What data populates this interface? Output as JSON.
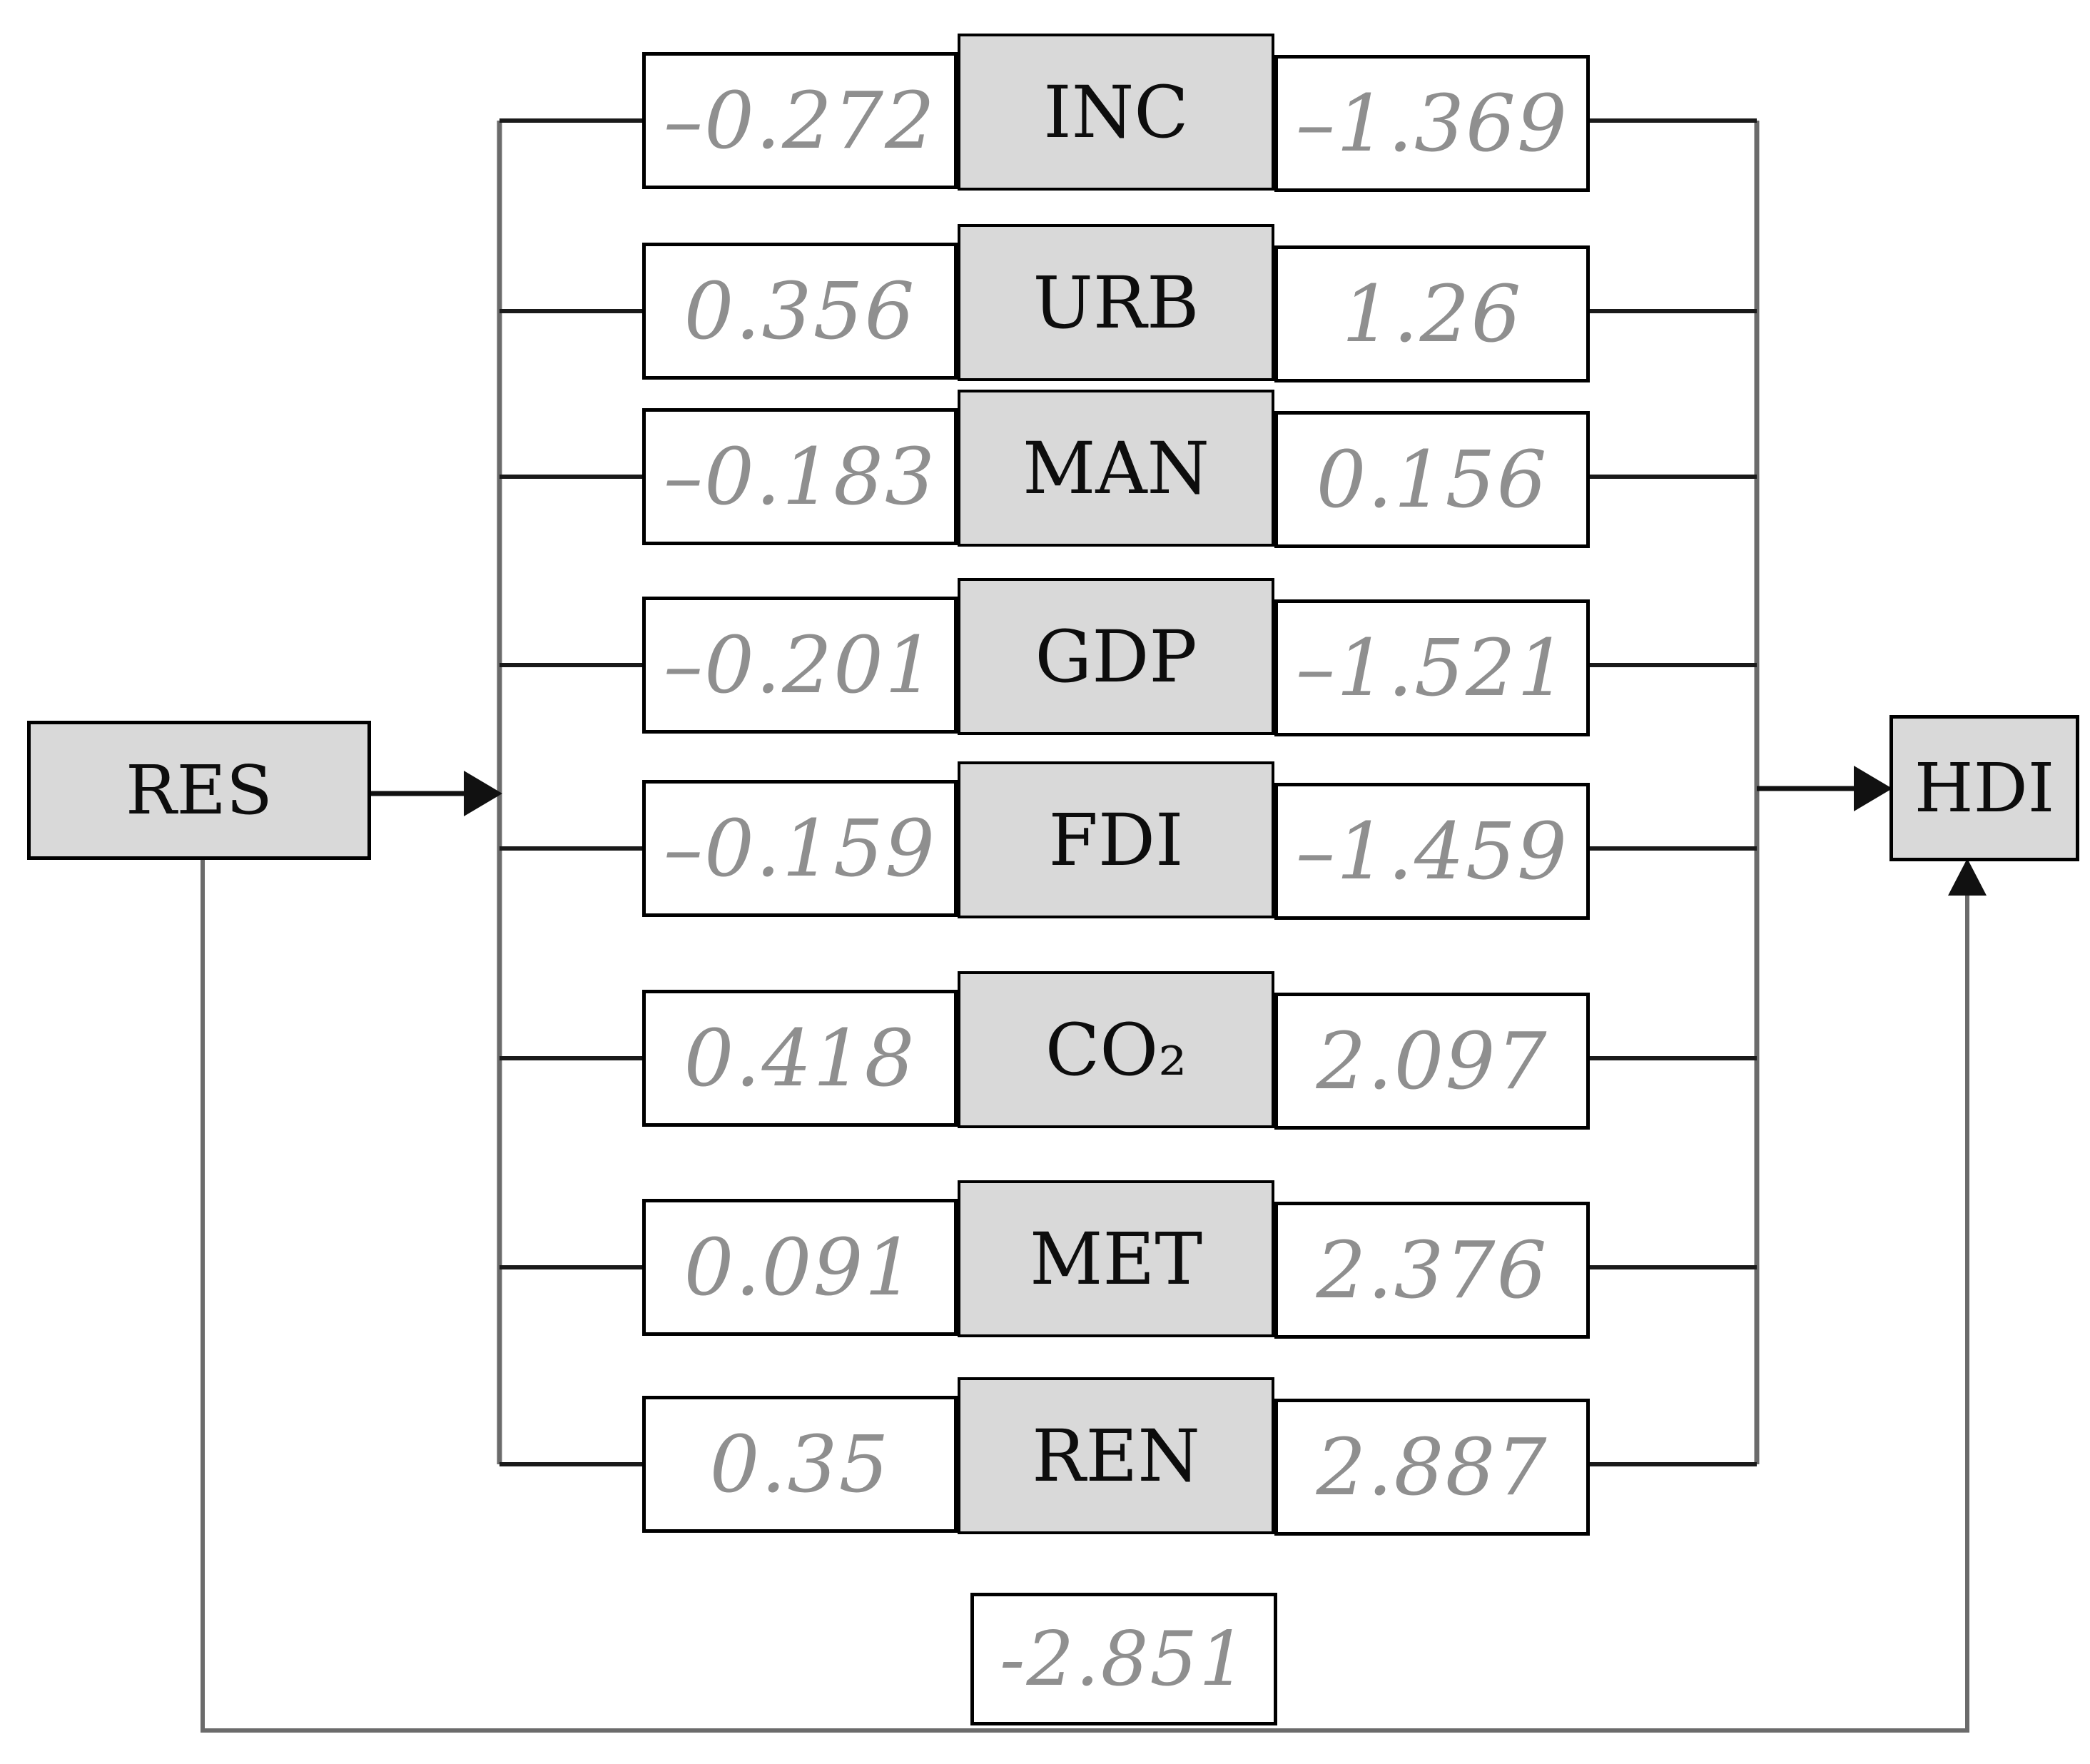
{
  "diagram": {
    "type": "mediation-path-diagram",
    "source_label": "RES",
    "target_label": "HDI",
    "direct_effect_value": "-2.851",
    "mediators": [
      {
        "label": "INC",
        "left_coef": "–0.272",
        "right_coef": "–1.369"
      },
      {
        "label": "URB",
        "left_coef": "0.356",
        "right_coef": "1.26"
      },
      {
        "label": "MAN",
        "left_coef": "–0.183",
        "right_coef": "0.156"
      },
      {
        "label": "GDP",
        "left_coef": "–0.201",
        "right_coef": "–1.521"
      },
      {
        "label": "FDI",
        "left_coef": "–0.159",
        "right_coef": "–1.459"
      },
      {
        "label": "CO₂",
        "left_coef": "0.418",
        "right_coef": "2.097"
      },
      {
        "label": "MET",
        "left_coef": "0.091",
        "right_coef": "2.376"
      },
      {
        "label": "REN",
        "left_coef": "0.35",
        "right_coef": "2.887"
      }
    ],
    "colors": {
      "node_fill": "#d9d9d9",
      "node_border": "#000000",
      "coefficient_text": "#8f8f8f",
      "label_text": "#0d0d0d",
      "connector": "#1a1a1a",
      "bus_line": "#6b6b6b",
      "background": "#ffffff"
    }
  }
}
